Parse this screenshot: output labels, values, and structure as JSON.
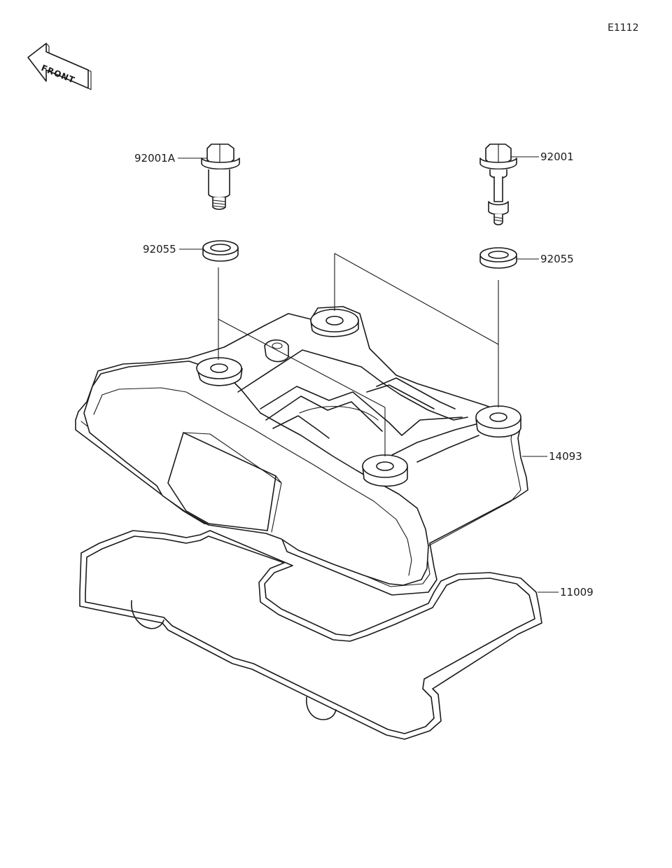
{
  "diagram_code": "E1112",
  "front_arrow": {
    "label": "FRONT",
    "icon": "front-direction-arrow-icon"
  },
  "parts": [
    {
      "id": "bolt_a",
      "number": "92001A"
    },
    {
      "id": "bolt",
      "number": "92001"
    },
    {
      "id": "grommet_left",
      "number": "92055"
    },
    {
      "id": "grommet_right",
      "number": "92055"
    },
    {
      "id": "cylinder_head_cover",
      "number": "14093"
    },
    {
      "id": "gasket",
      "number": "11009"
    }
  ]
}
